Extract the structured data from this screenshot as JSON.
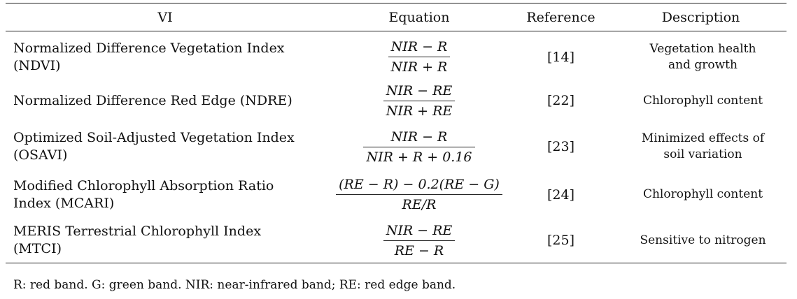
{
  "table": {
    "headers": {
      "vi": "VI",
      "equation": "Equation",
      "reference": "Reference",
      "description": "Description"
    },
    "rows": [
      {
        "name_line1": "Normalized Difference Vegetation Index",
        "name_line2": "(NDVI)",
        "eq_num": "NIR − R",
        "eq_den": "NIR + R",
        "reference": "[14]",
        "desc_line1": "Vegetation health",
        "desc_line2": "and growth"
      },
      {
        "name_line1": "Normalized Difference Red Edge (NDRE)",
        "name_line2": "",
        "eq_num": "NIR − RE",
        "eq_den": "NIR + RE",
        "reference": "[22]",
        "desc_line1": "Chlorophyll content",
        "desc_line2": ""
      },
      {
        "name_line1": "Optimized Soil-Adjusted Vegetation Index",
        "name_line2": "(OSAVI)",
        "eq_num": "NIR − R",
        "eq_den": "NIR + R + 0.16",
        "reference": "[23]",
        "desc_line1": "Minimized effects of",
        "desc_line2": "soil variation"
      },
      {
        "name_line1": "Modified Chlorophyll Absorption Ratio",
        "name_line2": "Index (MCARI)",
        "eq_num": "(RE − R) − 0.2(RE − G)",
        "eq_den": "RE/R",
        "reference": "[24]",
        "desc_line1": "Chlorophyll content",
        "desc_line2": ""
      },
      {
        "name_line1": "MERIS Terrestrial Chlorophyll Index",
        "name_line2": "(MTCI)",
        "eq_num": "NIR − RE",
        "eq_den": "RE − R",
        "reference": "[25]",
        "desc_line1": "Sensitive to nitrogen",
        "desc_line2": ""
      }
    ]
  },
  "footnote": "R: red band. G: green band. NIR: near-infrared band; RE: red edge band."
}
